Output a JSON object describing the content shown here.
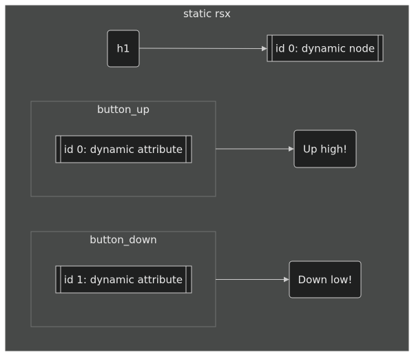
{
  "diagram": {
    "title": "static rsx",
    "nodes": {
      "h1": "h1",
      "dynamic_node": "id 0: dynamic node",
      "dynamic_attr_0": "id 0: dynamic attribute",
      "up_high": "Up high!",
      "dynamic_attr_1": "id 1: dynamic attribute",
      "down_low": "Down low!"
    },
    "groups": {
      "button_up": "button_up",
      "button_down": "button_down"
    },
    "edges": [
      {
        "from": "h1",
        "to": "dynamic_node"
      },
      {
        "from": "button_up",
        "to": "up_high"
      },
      {
        "from": "button_down",
        "to": "down_low"
      }
    ],
    "colors": {
      "background": "#474948",
      "node_fill": "#1f2020",
      "node_stroke": "#cccccc",
      "group_stroke": "#727272",
      "edge": "#cccccc",
      "text": "#e8e8e8"
    }
  }
}
